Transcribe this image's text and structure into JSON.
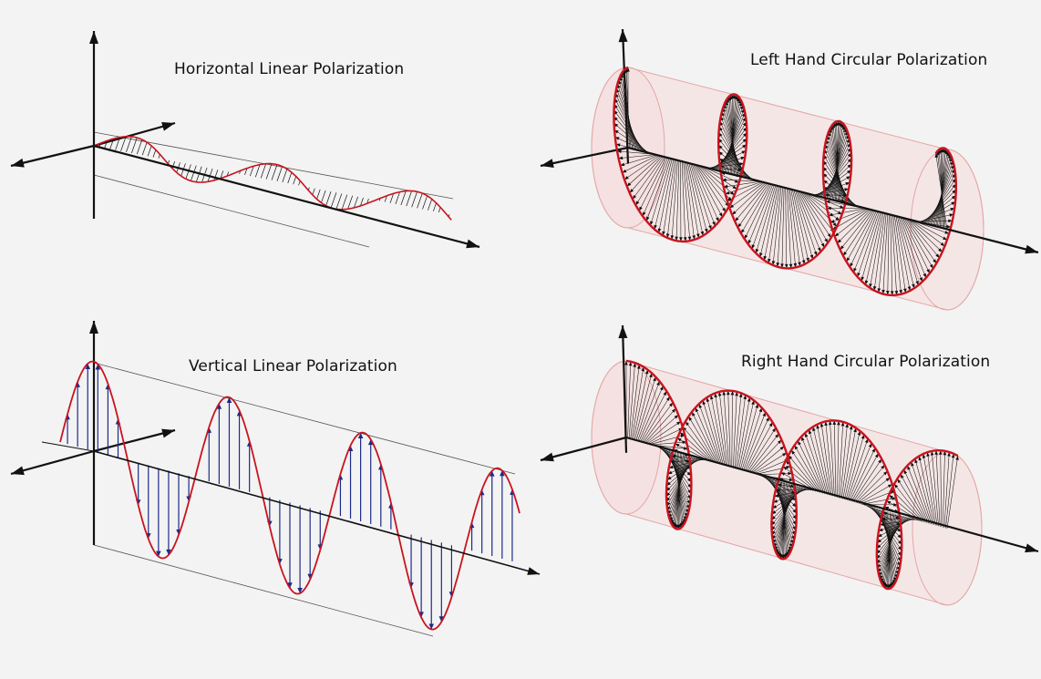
{
  "panels": {
    "horizontal_linear": {
      "title": "Horizontal Linear Polarization"
    },
    "left_hand_circular": {
      "title": "Left Hand Circular Polarization"
    },
    "vertical_linear": {
      "title": "Vertical Linear Polarization"
    },
    "right_hand_circular": {
      "title": "Right Hand Circular Polarization"
    }
  },
  "colors": {
    "background": "#f3f3f3",
    "wave": "#c8141e",
    "field_vector": "#1c2a8a",
    "field_vector_dark": "#111111",
    "axis": "#111111",
    "guide_line": "#555555",
    "cylinder_fill": "#f6dada",
    "cylinder_edge": "#e4a6a6"
  }
}
